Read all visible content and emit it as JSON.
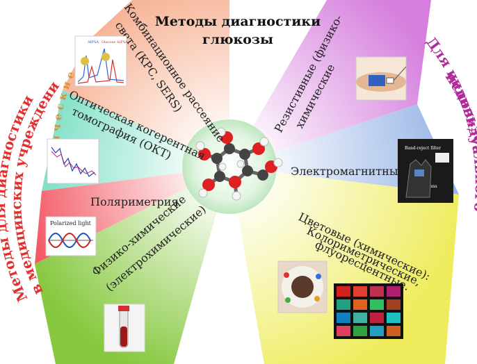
{
  "title_line1": "Методы диагностики",
  "title_line2": "глюкозы",
  "left_side_label_line1": "Методы для диагностики",
  "left_side_label_line2": "в медицинских учреждениях",
  "left_optical_label": "О п т и ч е с к и е",
  "right_side_label_line1": "Для индивидуального",
  "right_side_label_line2": "использования",
  "sectors": {
    "raman": {
      "line1": "Комбинационное рассеяние",
      "line2": "света (КРС, SERS)",
      "color": "#f5a582"
    },
    "oct": {
      "line1": "Оптическая когерентная",
      "line2": "томография (ОКТ)",
      "color": "#7ee0c4"
    },
    "polarimetry": {
      "line1": "Поляриметрия",
      "color": "#f4747a"
    },
    "electrochemical": {
      "line1": "Физико-химические",
      "line2": "(электрохимические)",
      "color": "#8fcf4a"
    },
    "resistive": {
      "line1": "Резистивные (физико-",
      "line2": "химические",
      "color": "#d98de0"
    },
    "electromagnetic": {
      "line1": "Электромагнитные",
      "color": "#a8c0e8"
    },
    "color": {
      "line1": "Цветовые (химические):",
      "line2": "Колориметрические,",
      "line3": "флуоресцентные.",
      "color": "#f2f07a"
    }
  },
  "image_labels": {
    "polarized": "Polarized light",
    "band_reject": "Band-reject filter",
    "slot_antenna": "Slot antenna",
    "raman_a": "AIPSA",
    "raman_b": "Glucose AIPSA"
  },
  "colors": {
    "left_label": "#e03030",
    "left_optical": "#d98a2a",
    "right_label": "#b02a9a",
    "center": "#cfeecf"
  }
}
